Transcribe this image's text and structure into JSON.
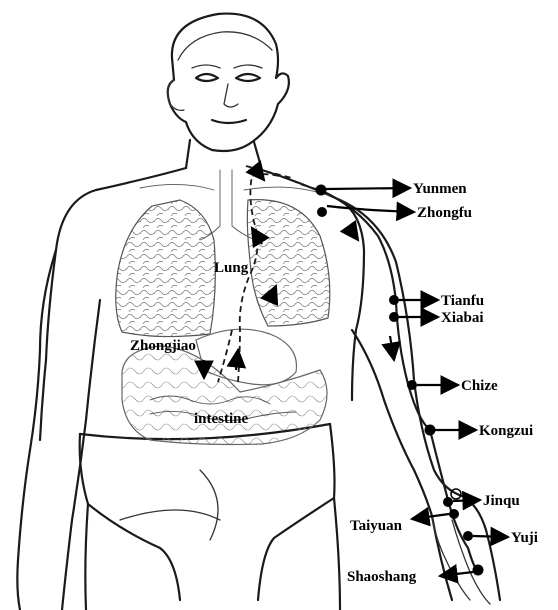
{
  "labels": {
    "lung": "Lung",
    "zhongjiao": "Zhongjiao",
    "intestine": "intestine"
  },
  "points": {
    "yunmen": "Yunmen",
    "zhongfu": "Zhongfu",
    "tianfu": "Tianfu",
    "xiabai": "Xiabai",
    "chize": "Chize",
    "kongzui": "Kongzui",
    "jinqu": "Jinqu",
    "taiyuan": "Taiyuan",
    "yuji": "Yuji",
    "shaoshang": "Shaoshang"
  }
}
